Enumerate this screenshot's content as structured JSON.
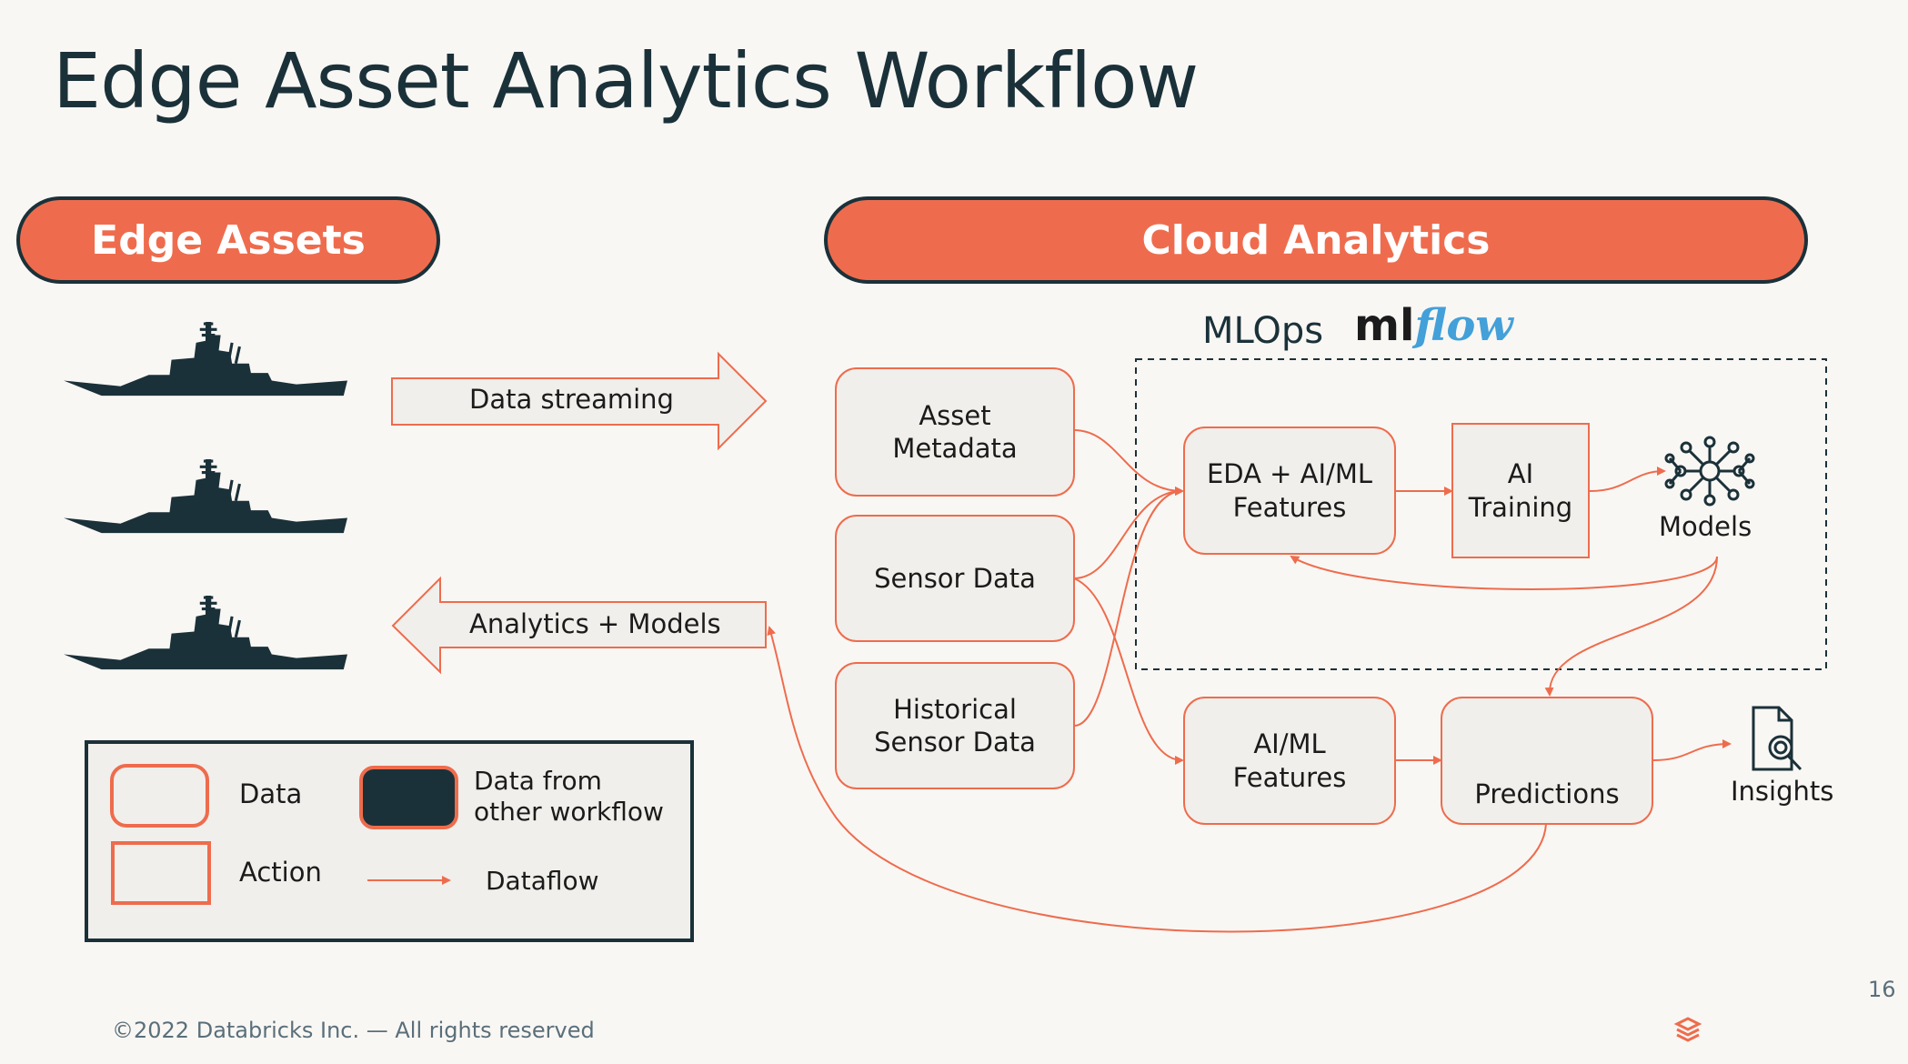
{
  "title": "Edge Asset Analytics Workflow",
  "sections": {
    "edge": "Edge Assets",
    "cloud": "Cloud Analytics"
  },
  "mlops": {
    "label": "MLOps",
    "logo_ml": "ml",
    "logo_flow": "flow"
  },
  "arrows": {
    "streaming": "Data streaming",
    "analytics_models": "Analytics + Models"
  },
  "nodes": {
    "asset_metadata": "Asset\nMetadata",
    "sensor_data": "Sensor Data",
    "historical": "Historical\nSensor Data",
    "eda_features": "EDA + AI/ML\nFeatures",
    "ai_training": "AI\nTraining",
    "models": "Models",
    "aiml_features": "AI/ML\nFeatures",
    "predictions": "Predictions",
    "insights": "Insights"
  },
  "legend": {
    "data": "Data",
    "other": "Data from\nother workflow",
    "action": "Action",
    "dataflow": "Dataflow"
  },
  "footer": {
    "copyright": "©2022 Databricks Inc. — All rights reserved",
    "page": "16"
  },
  "colors": {
    "accent": "#ee6c4d",
    "navy": "#1b3139",
    "background": "#f9f7f4",
    "box_fill": "#f1efeb",
    "mlflow_blue": "#43a0d9"
  }
}
